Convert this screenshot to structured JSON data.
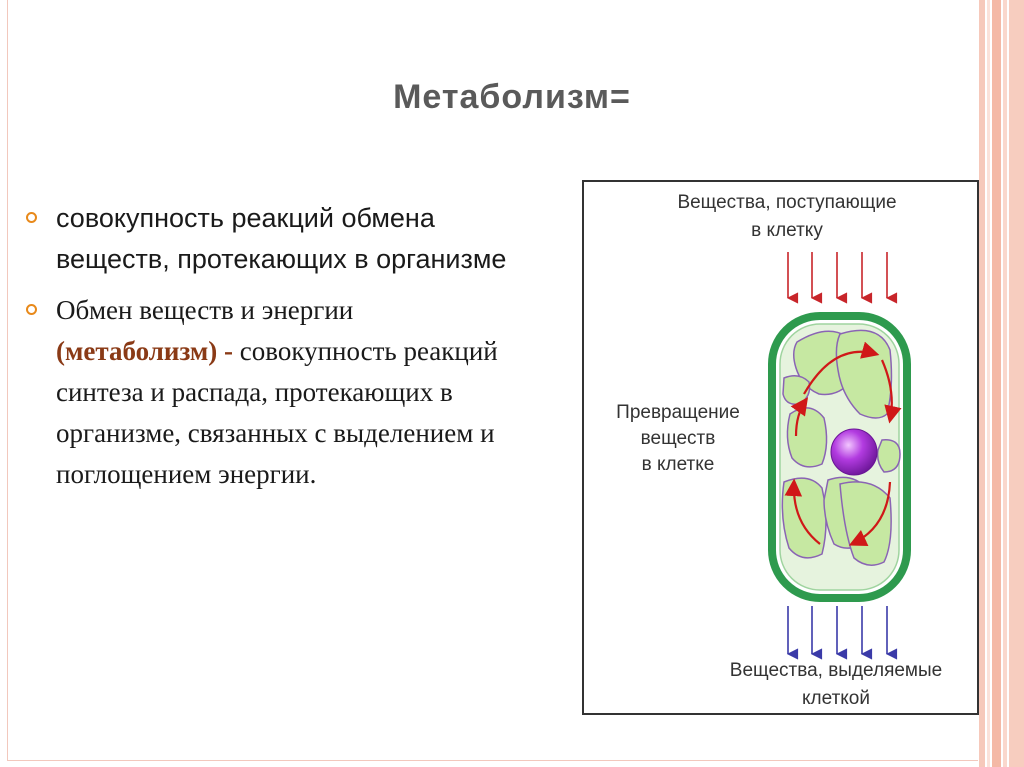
{
  "title": "Метаболизм=",
  "bullets": [
    {
      "text": "совокупность реакций обмена веществ, протекающих в организме"
    },
    {
      "prefix": "Обмен веществ и энергии",
      "highlight": "(метаболизм)  -",
      "suffix": " совокупность реакций синтеза и распада, протекающих в организме, связанных с выделением и поглощением энергии."
    }
  ],
  "diagram": {
    "label_in_line1": "Вещества, поступающие",
    "label_in_line2": "в клетку",
    "label_mid_line1": "Превращение",
    "label_mid_line2": "веществ",
    "label_mid_line3": "в клетке",
    "label_out_line1": "Вещества, выделяемые",
    "label_out_line2": "клеткой"
  },
  "colors": {
    "accent_bullet": "#e8891a",
    "highlight_text": "#8a3a16",
    "title": "#5a5a5a",
    "in_arrows": "#c8252a",
    "out_arrows": "#3a3aa8",
    "cell_wall": "#2e9a4e",
    "chloroplast": "#c6e8a2",
    "nucleus": "#9a28c8"
  }
}
